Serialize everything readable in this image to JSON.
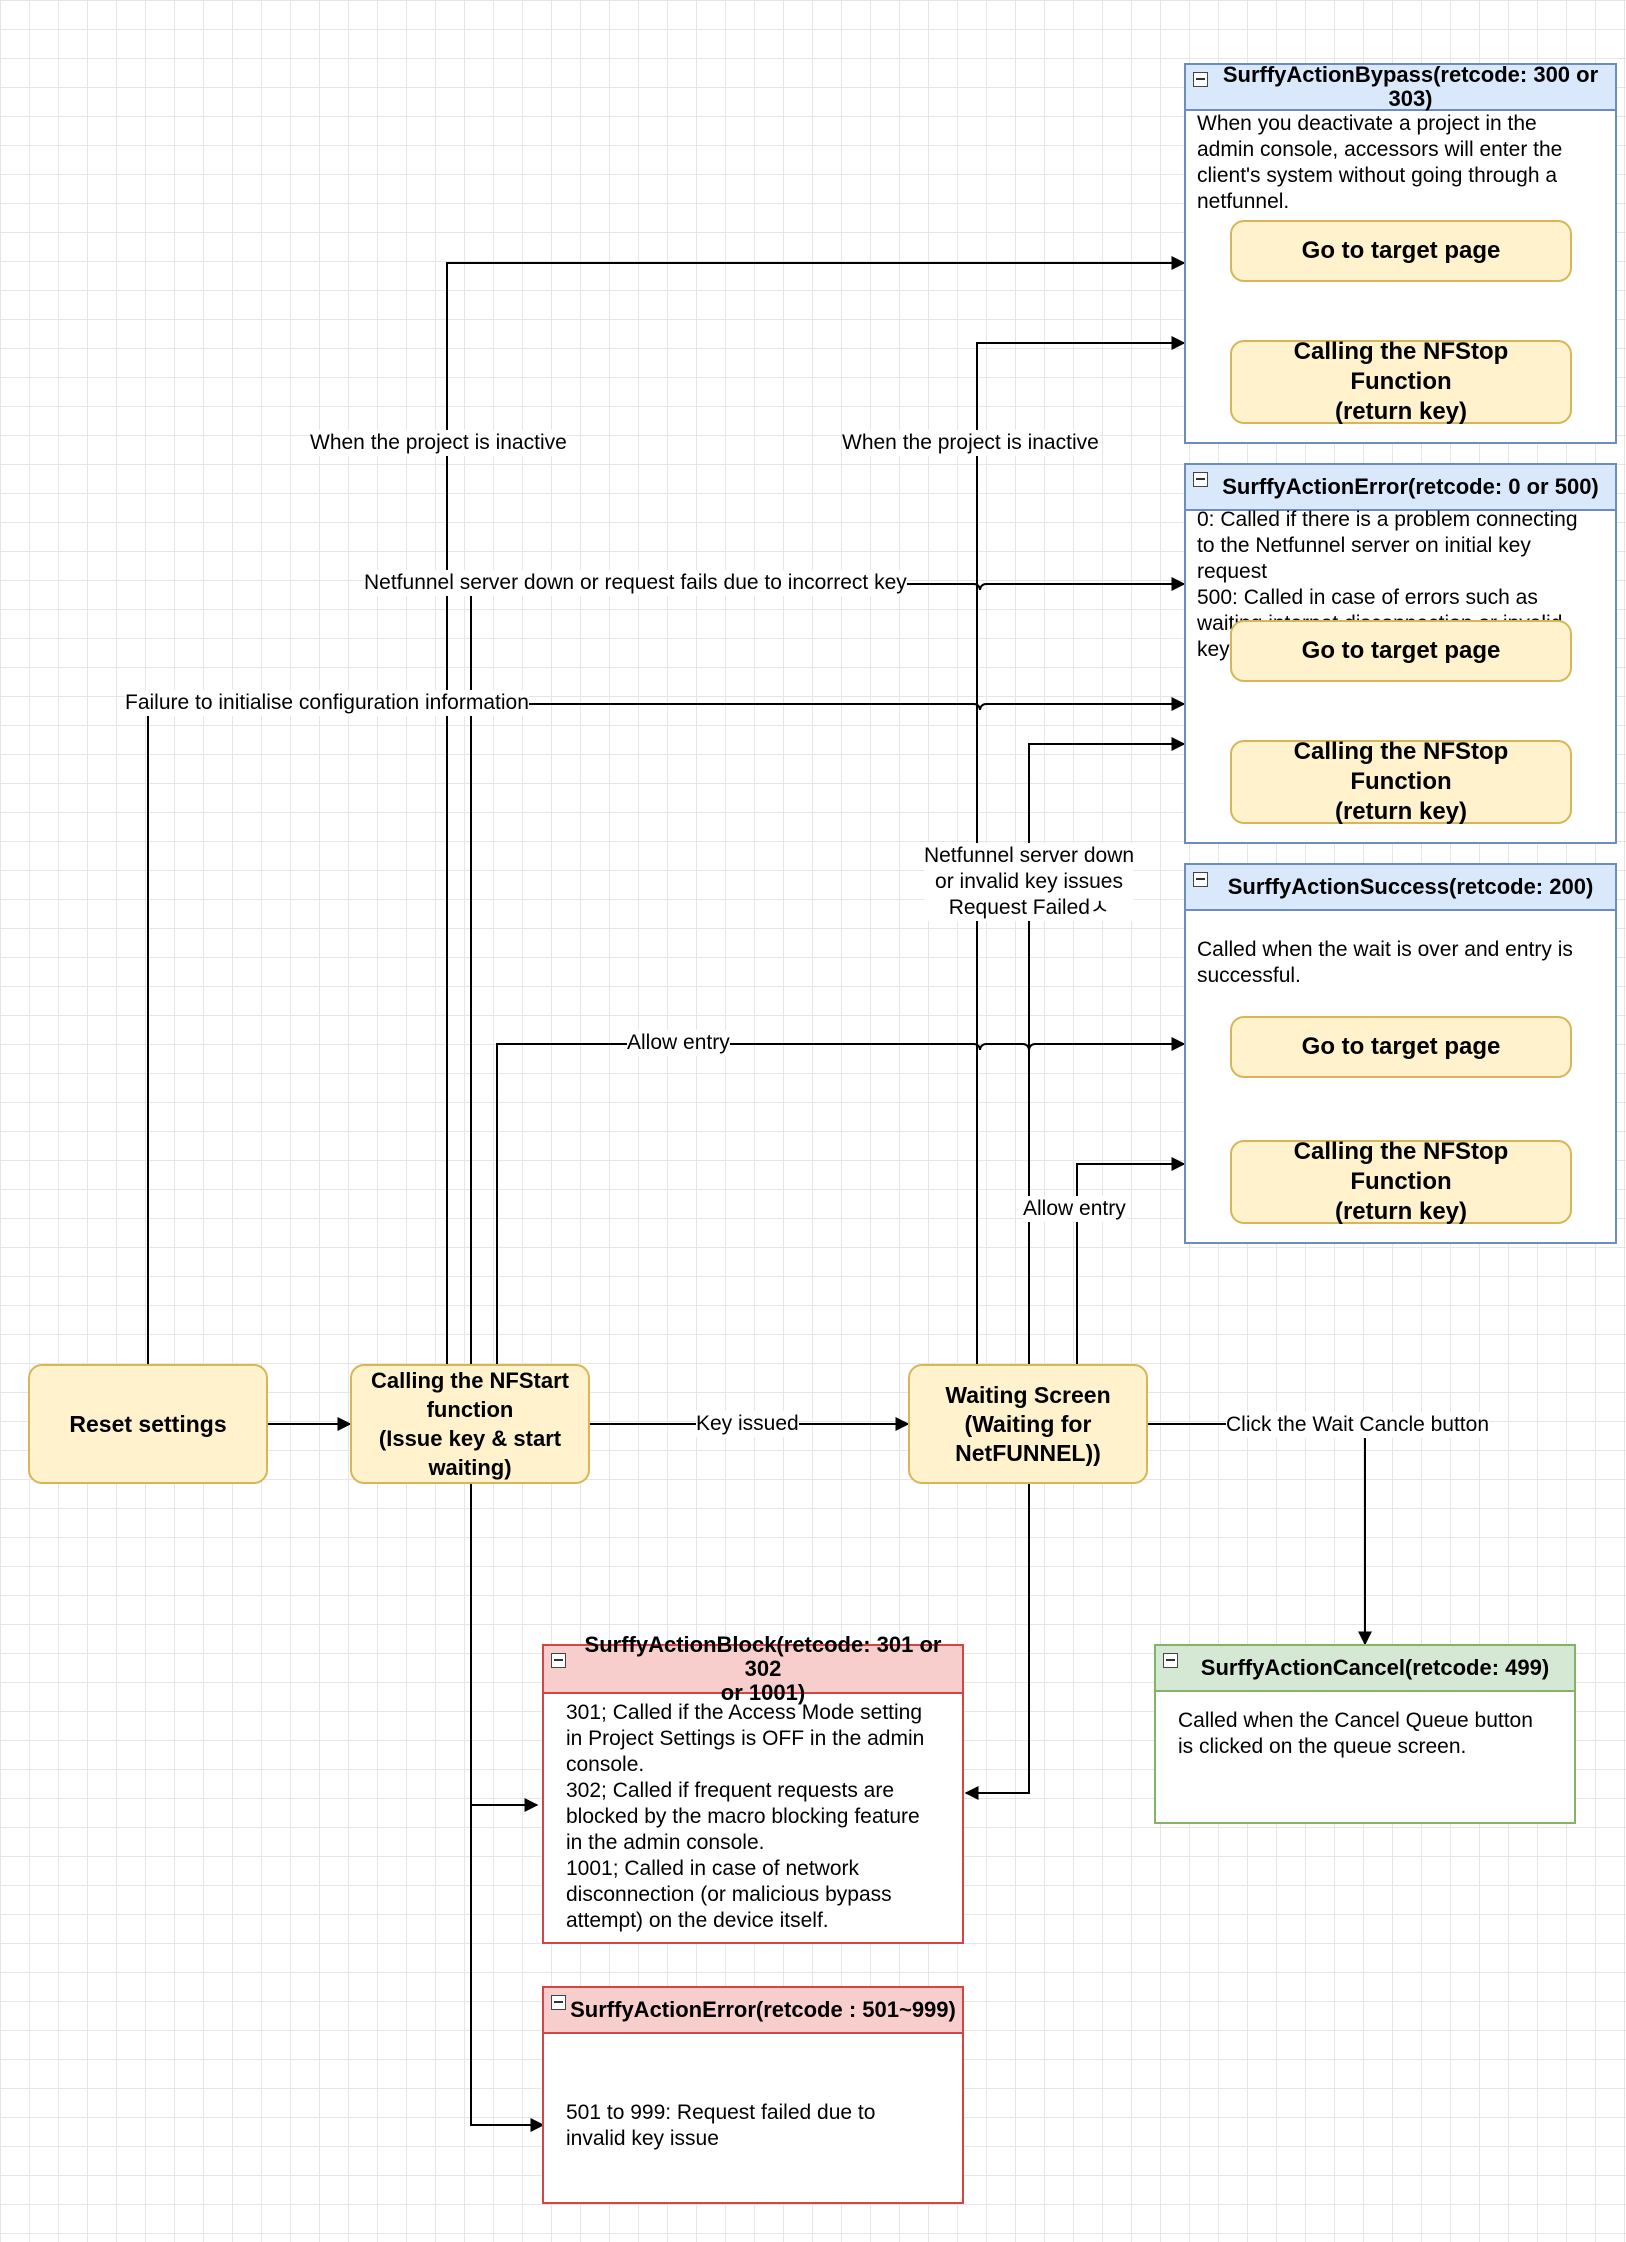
{
  "nodes": {
    "reset_settings": "Reset settings",
    "nfstart": "Calling the NFStart\nfunction\n(Issue key & start\nwaiting)",
    "waiting_screen": "Waiting Screen\n(Waiting for\nNetFUNNEL))"
  },
  "containers": {
    "bypass": {
      "title": "SurffyActionBypass(retcode: 300 or 303)",
      "description": "When you deactivate a project in the\nadmin console, accessors will enter the\nclient's system without going through a\nnetfunnel.",
      "step1": "Go to target page",
      "step2": "Calling the NFStop Function\n(return key)"
    },
    "error_0_500": {
      "title": "SurffyActionError(retcode: 0 or 500)",
      "description": "0: Called if there is a problem connecting\nto the Netfunnel server on initial key\nrequest\n500: Called in case of errors such as\nwaiting internet disconnection or invalid\nkey",
      "step1": "Go to target page",
      "step2": "Calling the NFStop Function\n(return key)"
    },
    "success": {
      "title": "SurffyActionSuccess(retcode: 200)",
      "description": "Called when the wait is over and entry is\nsuccessful.",
      "step1": "Go to target page",
      "step2": "Calling the NFStop Function\n(return key)"
    },
    "block": {
      "title": "SurffyActionBlock(retcode: 301 or 302\nor 1001)",
      "description": "301; Called if the Access Mode setting\nin Project Settings is OFF in the admin\nconsole.\n302; Called if frequent requests are\nblocked by the macro blocking feature\nin the admin console.\n1001; Called in case of network\ndisconnection (or malicious bypass\nattempt) on the device itself."
    },
    "error_501_999": {
      "title": "SurffyActionError(retcode : 501~999)",
      "description": "501 to 999: Request failed due to\ninvalid key issue"
    },
    "cancel": {
      "title": "SurffyActionCancel(retcode: 499)",
      "description": "Called when the Cancel Queue button\nis clicked on the queue screen."
    }
  },
  "edge_labels": {
    "inactive_left": "When the project is inactive",
    "inactive_right": "When the project is inactive",
    "server_down_key": "Netfunnel server down or request fails due to incorrect key",
    "config_failure": "Failure to initialise configuration information",
    "server_down_wait": "Netfunnel server down\nor invalid key issues\nRequest Failedㅅ",
    "allow_entry_start": "Allow entry",
    "allow_entry_wait": "Allow entry",
    "key_issued": "Key issued",
    "wait_cancel": "Click the Wait Cancle button"
  },
  "colors": {
    "node_fill": "#fff2cc",
    "node_border": "#d6b656",
    "blue_header": "#dae8fc",
    "blue_border": "#6c8ebf",
    "red_header": "#f8cecc",
    "red_border": "#d64545",
    "green_header": "#d5e8d4",
    "green_border": "#82b366",
    "edge": "#000000"
  }
}
